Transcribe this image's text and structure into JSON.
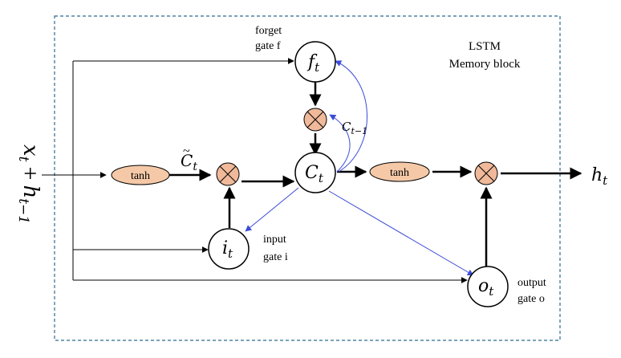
{
  "title": {
    "line1": "LSTM",
    "line2": "Memory block"
  },
  "labels": {
    "forget_line1": "forget",
    "forget_line2": "gate f",
    "input_line1": "input",
    "input_line2": "gate i",
    "output_line1": "output",
    "output_line2": "gate o"
  },
  "nodes": {
    "forget": {
      "main": "f",
      "sub": "t"
    },
    "cell": {
      "main": "C",
      "sub": "t"
    },
    "input": {
      "main": "i",
      "sub": "t"
    },
    "output": {
      "main": "o",
      "sub": "t"
    },
    "hidden_out": {
      "main": "h",
      "sub": "t"
    },
    "prev_cell": {
      "main": "C",
      "sub": "t−1"
    },
    "candidate": {
      "main": "C",
      "sub": "t",
      "accent": "~"
    }
  },
  "activations": {
    "tanh_in": "tanh",
    "tanh_out": "tanh"
  },
  "input_expr": {
    "x": "x",
    "x_sub": "t",
    "plus": "+",
    "h": "h",
    "h_sub": "t−1"
  },
  "colors": {
    "border": "#2f6a8f",
    "peephole": "#3b4bd8",
    "tanh_fill": "#f5c9a8",
    "multiply_fill": "#f0b99a",
    "line": "#000000"
  }
}
